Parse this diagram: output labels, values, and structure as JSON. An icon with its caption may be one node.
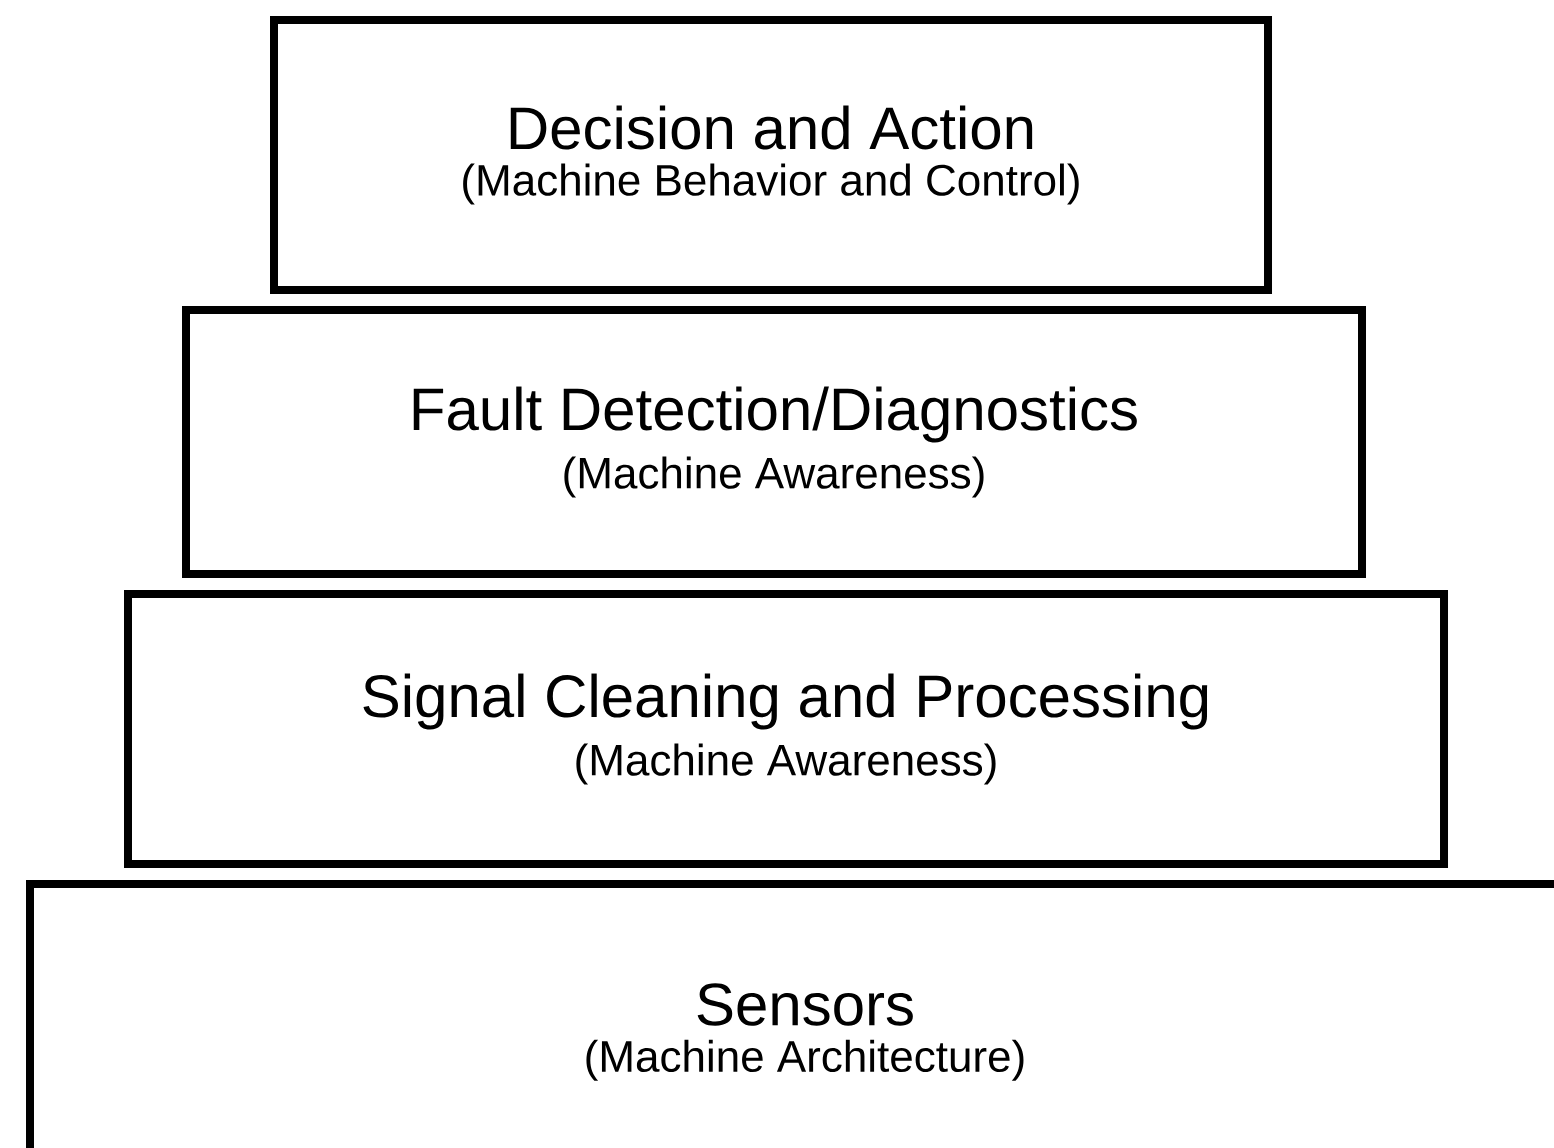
{
  "diagram": {
    "nodes": [
      {
        "text": [
          "Decision and Action",
          "(Machine Behavior and Control)"
        ]
      },
      {
        "text": [
          "Fault Detection/Diagnostics",
          "(Machine Awareness)"
        ]
      },
      {
        "text": [
          "Signal Cleaning and  Processing",
          "(Machine Awareness)"
        ]
      },
      {
        "text": [
          "Sensors",
          "(Machine Architecture)"
        ]
      }
    ]
  }
}
